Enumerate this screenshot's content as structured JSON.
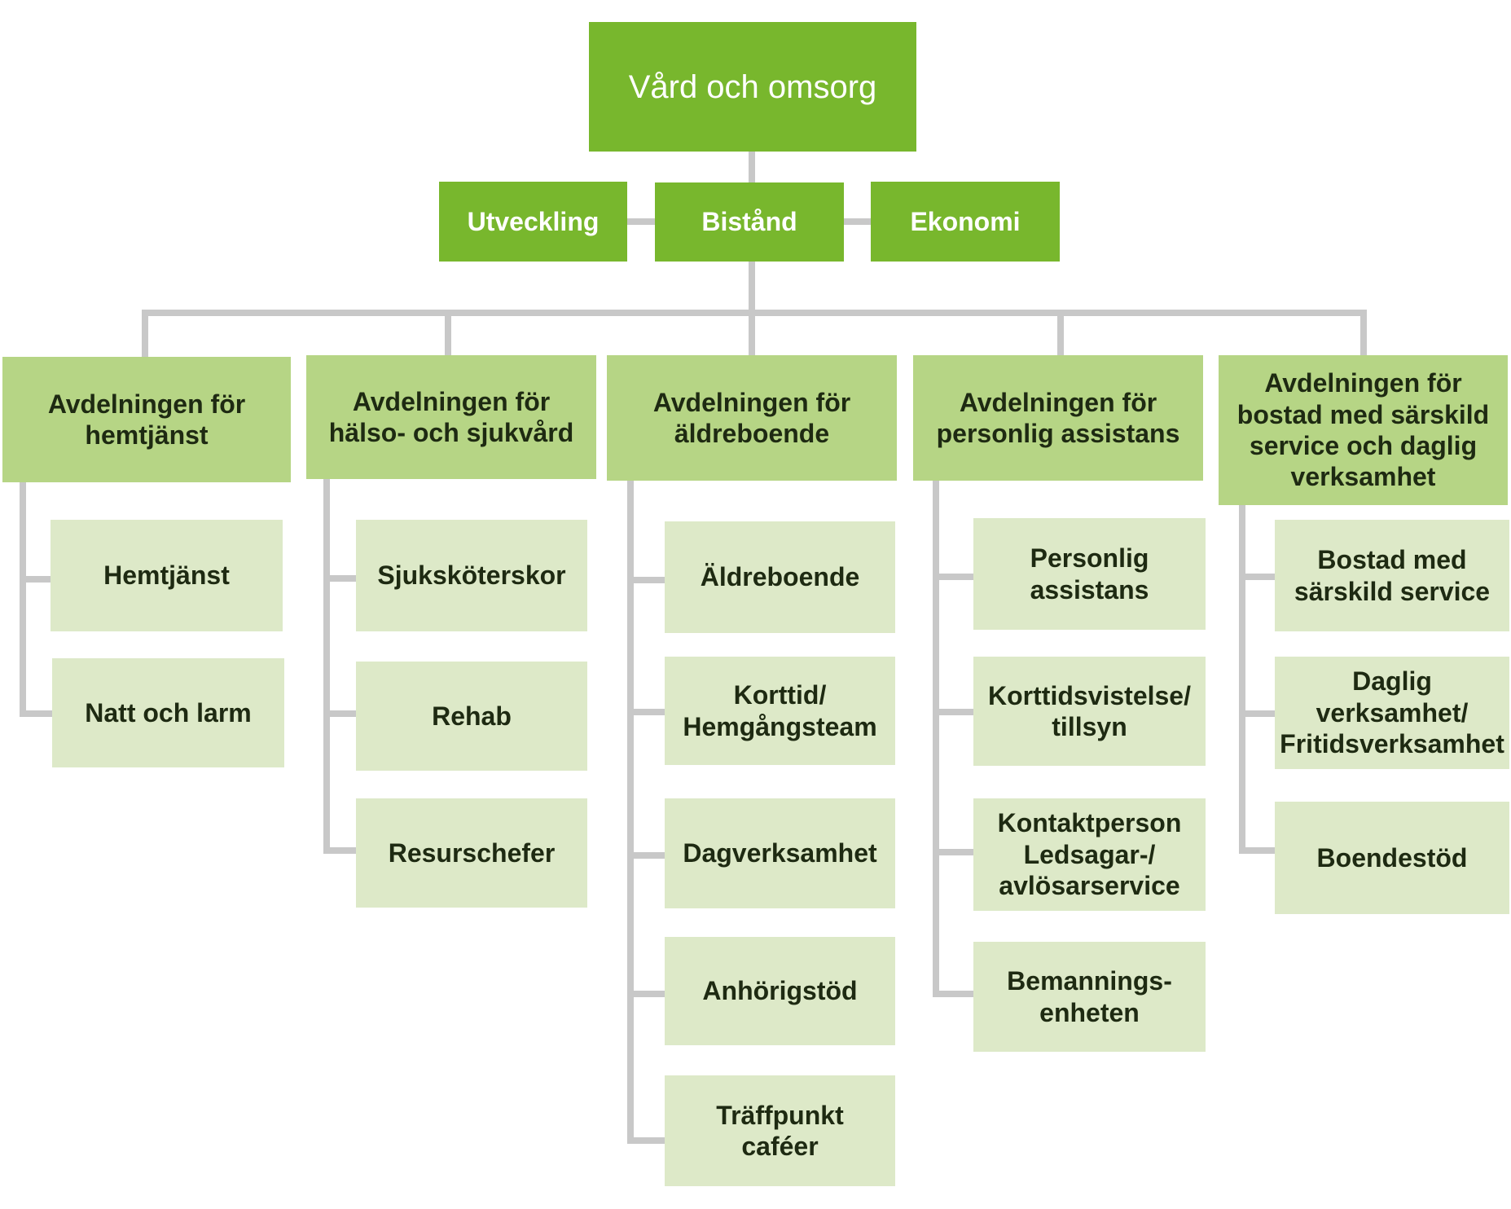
{
  "top": {
    "label": "Vård och omsorg"
  },
  "staff": [
    {
      "label": "Utveckling"
    },
    {
      "label": "Bistånd"
    },
    {
      "label": "Ekonomi"
    }
  ],
  "departments": [
    {
      "label": "Avdelningen för\nhemtjänst",
      "units": [
        {
          "label": "Hemtjänst"
        },
        {
          "label": "Natt och larm"
        }
      ]
    },
    {
      "label": "Avdelningen för\nhälso- och sjukvård",
      "units": [
        {
          "label": "Sjuksköterskor"
        },
        {
          "label": "Rehab"
        },
        {
          "label": "Resurschefer"
        }
      ]
    },
    {
      "label": "Avdelningen för\näldreboende",
      "units": [
        {
          "label": "Äldreboende"
        },
        {
          "label": "Korttid/\nHemgångsteam"
        },
        {
          "label": "Dagverksamhet"
        },
        {
          "label": "Anhörigstöd"
        },
        {
          "label": "Träffpunkt\ncaféer"
        }
      ]
    },
    {
      "label": "Avdelningen för\npersonlig assistans",
      "units": [
        {
          "label": "Personlig\nassistans"
        },
        {
          "label": "Korttidsvistelse/\ntillsyn"
        },
        {
          "label": "Kontaktperson\nLedsagar-/\navlösarservice"
        },
        {
          "label": "Bemannings-\nenheten"
        }
      ]
    },
    {
      "label": "Avdelningen för\nbostad med särskild\nservice och daglig\nverksamhet",
      "units": [
        {
          "label": "Bostad med\nsärskild service"
        },
        {
          "label": "Daglig\nverksamhet/\nFritidsverksamhet"
        },
        {
          "label": "Boendestöd"
        }
      ]
    }
  ],
  "colors": {
    "top": "#78b72d",
    "staff": "#78b72d",
    "department": "#b6d585",
    "unit": "#dde9c8",
    "connector": "#c8c8c8"
  }
}
